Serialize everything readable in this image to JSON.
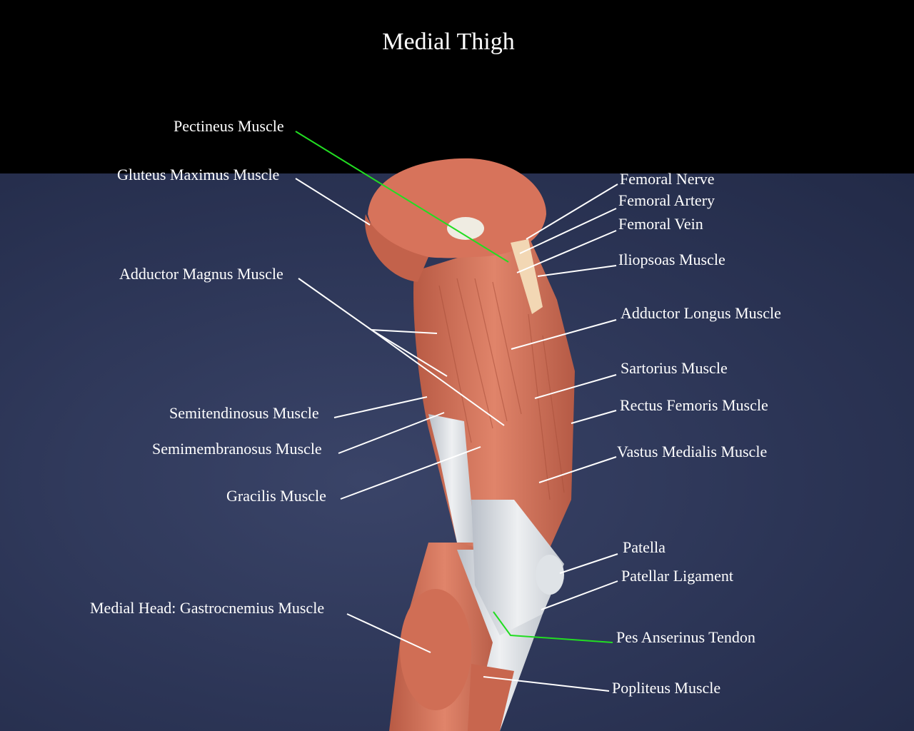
{
  "title": "Medial Thigh",
  "colors": {
    "background": "#2c3556",
    "muscle": "#d9775e",
    "tendon": "#e2e6ea",
    "leader_white": "#ffffff",
    "leader_green": "#22dd22"
  },
  "labels": {
    "pectineus": "Pectineus Muscle",
    "gluteus_maximus": "Gluteus Maximus Muscle",
    "adductor_magnus": "Adductor Magnus Muscle",
    "semitendinosus": "Semitendinosus Muscle",
    "semimembranosus": "Semimembranosus Muscle",
    "gracilis": "Gracilis Muscle",
    "medial_head_gastrocnemius": "Medial Head: Gastrocnemius Muscle",
    "femoral_nerve": "Femoral Nerve",
    "femoral_artery": "Femoral Artery",
    "femoral_vein": "Femoral Vein",
    "iliopsoas": "Iliopsoas Muscle",
    "adductor_longus": "Adductor Longus Muscle",
    "sartorius": "Sartorius Muscle",
    "rectus_femoris": "Rectus Femoris Muscle",
    "vastus_medialis": "Vastus Medialis Muscle",
    "patella": "Patella",
    "patellar_ligament": "Patellar Ligament",
    "pes_anserinus": "Pes Anserinus Tendon",
    "popliteus": "Popliteus Muscle"
  }
}
